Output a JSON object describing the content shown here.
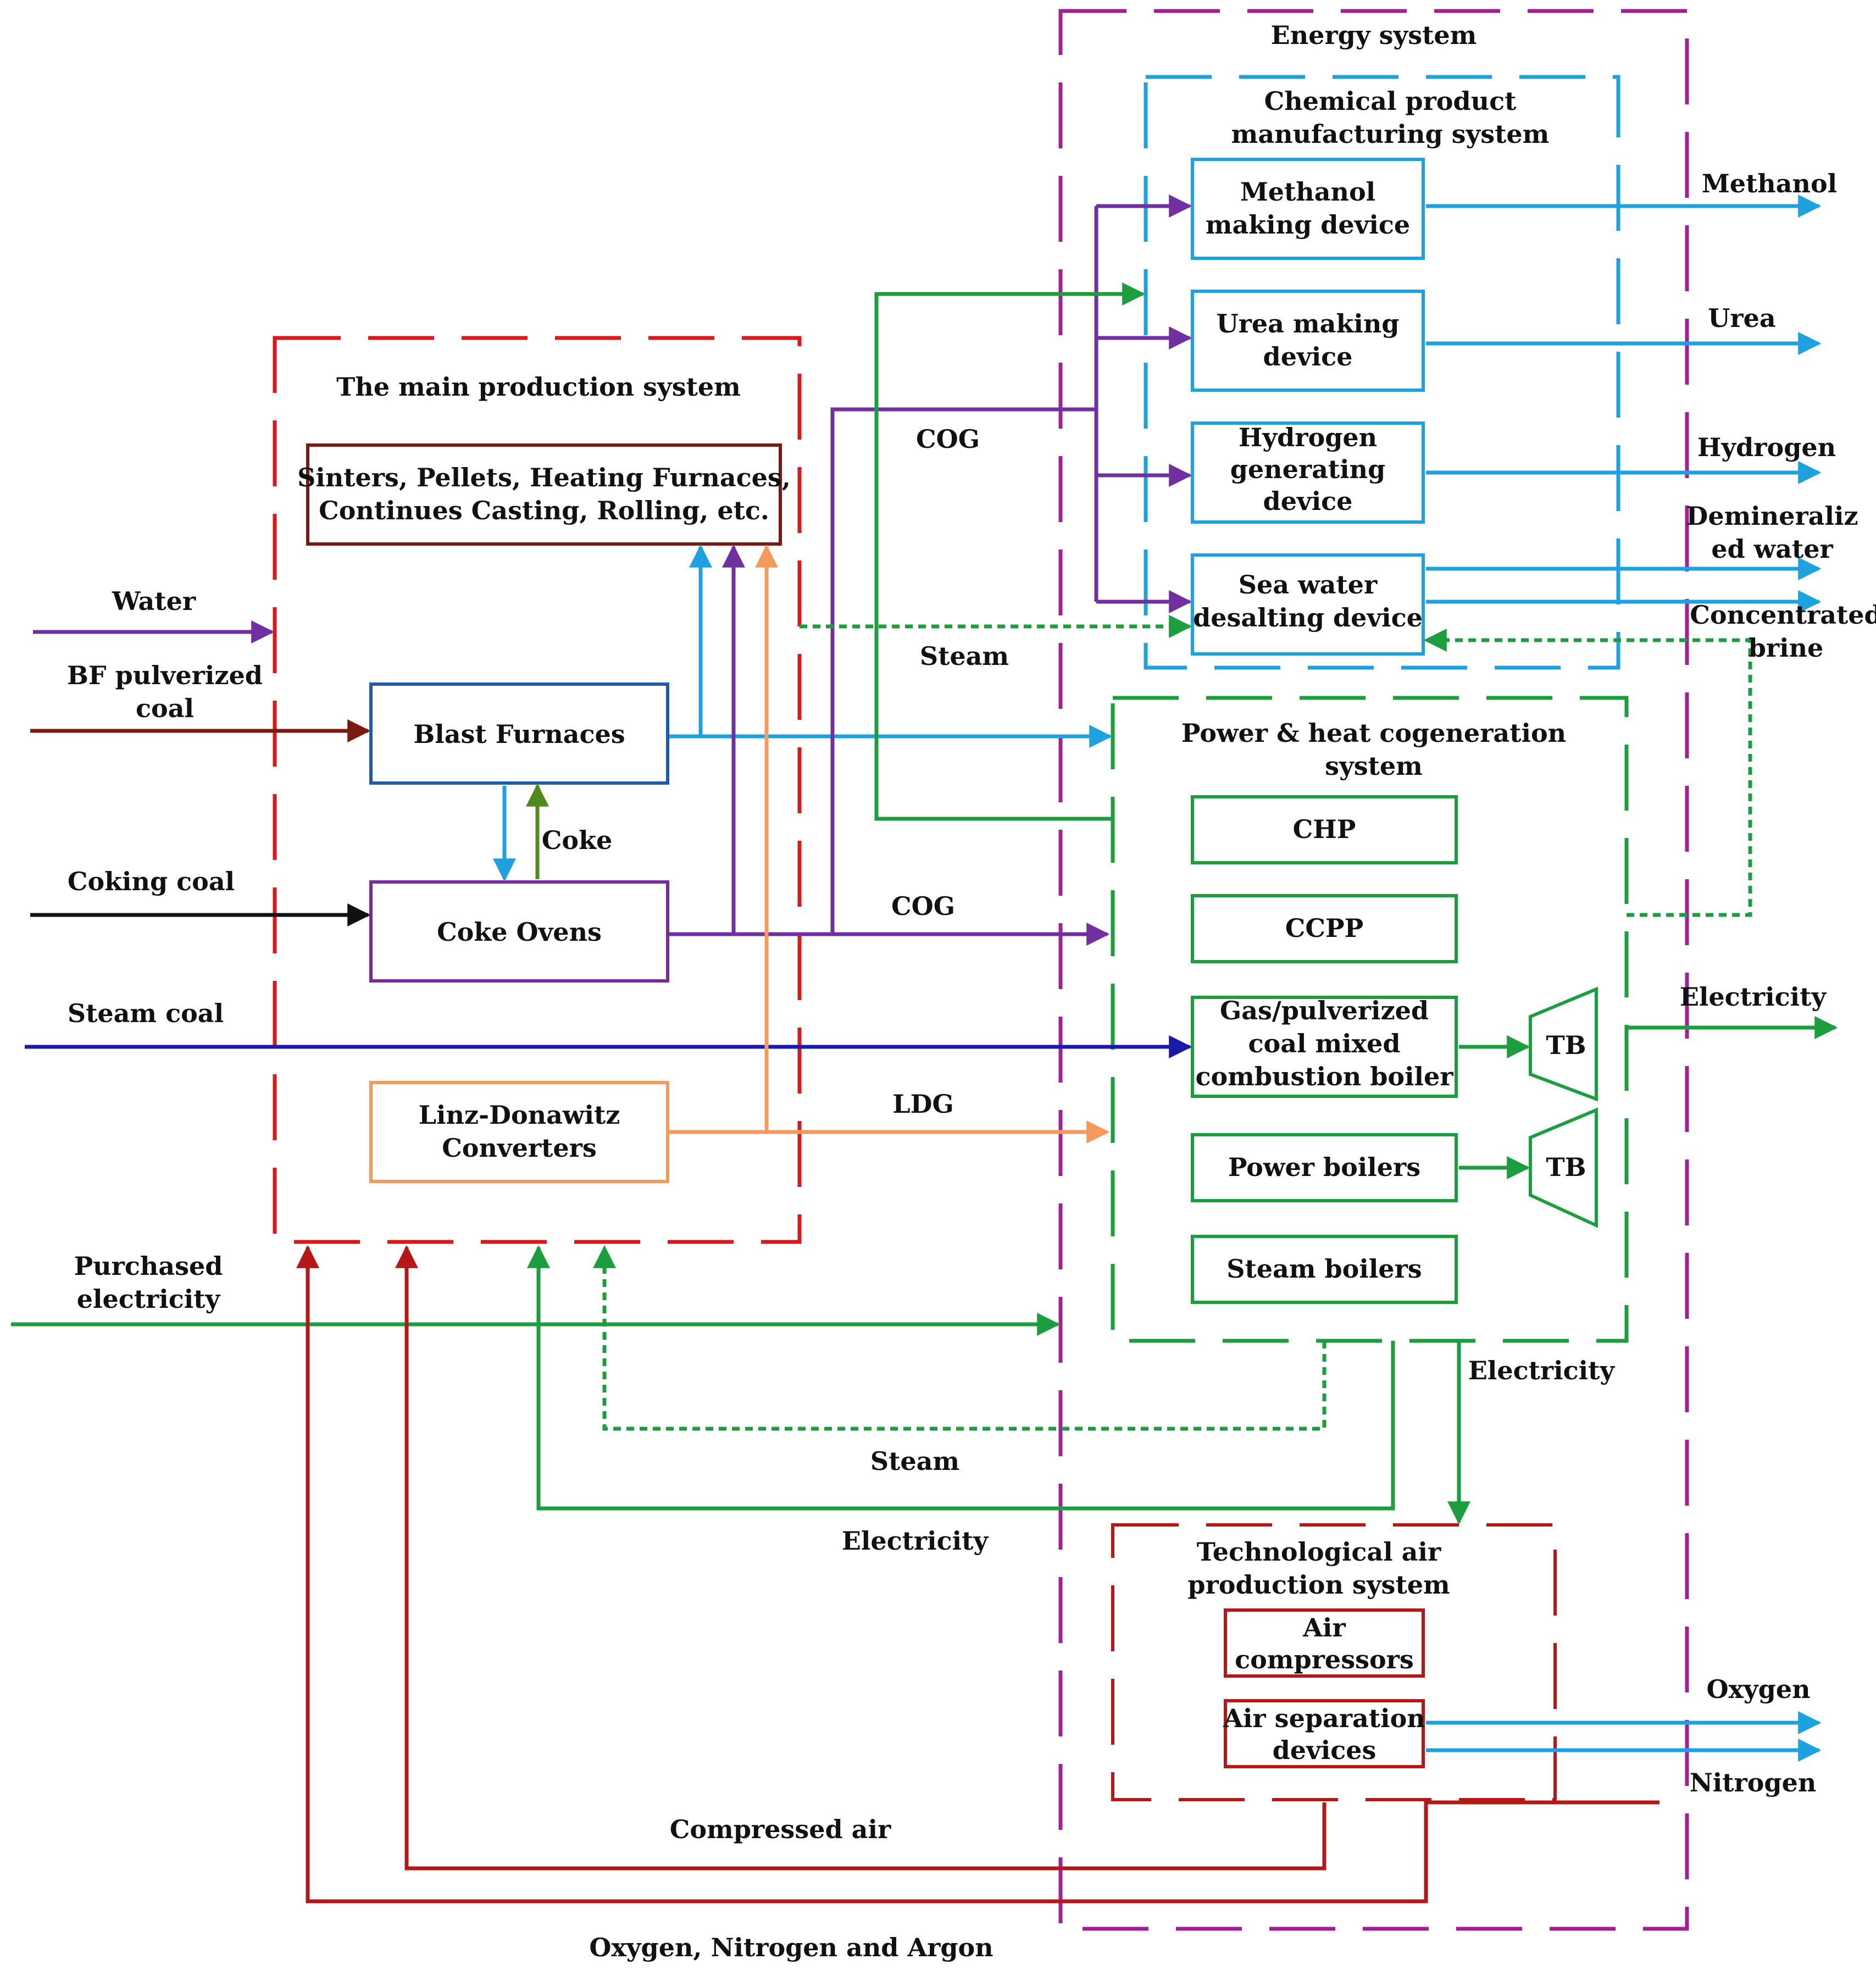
{
  "colors": {
    "purple": "#7030A0",
    "magenta": "#A0209A",
    "blue": "#1EA2DF",
    "green": "#1C9E3E",
    "red": "#D91A1A",
    "darkred": "#B51818",
    "brown": "#7A1A12",
    "orange": "#F49A5C",
    "navy": "#1A1AA8",
    "darkblue": "#1F5CA8",
    "violet": "#7A2A9A",
    "olive": "#4E8A1C",
    "black": "#111111"
  },
  "groups": {
    "energy_system": "Energy system",
    "chemical": "Chemical product\nmanufacturing system",
    "main_production": "The main production system",
    "power_heat": "Power & heat cogeneration\nsystem",
    "tech_air": "Technological air\nproduction system"
  },
  "boxes": {
    "sinters": "Sinters, Pellets, Heating Furnaces,\nContinues Casting, Rolling,  etc.",
    "blast_furnaces": "Blast Furnaces",
    "coke_ovens": "Coke Ovens",
    "ld_converters": "Linz-Donawitz\nConverters",
    "methanol_device": "Methanol\nmaking device",
    "urea_device": "Urea making\ndevice",
    "hydrogen_device": "Hydrogen\ngenerating\ndevice",
    "desalting_device": "Sea water\ndesalting device",
    "chp": "CHP",
    "ccpp": "CCPP",
    "mixed_boiler": "Gas/pulverized\ncoal  mixed\ncombustion boiler",
    "power_boilers": "Power boilers",
    "steam_boilers": "Steam boilers",
    "tb1": "TB",
    "tb2": "TB",
    "air_compressors": "Air\ncompressors",
    "air_separation": "Air separation\ndevices"
  },
  "inputs": {
    "water": "Water",
    "bf_coal": "BF pulverized\ncoal",
    "coking_coal": "Coking coal",
    "steam_coal": "Steam coal",
    "purchased_electricity": "Purchased\nelectricity"
  },
  "outputs": {
    "methanol": "Methanol",
    "urea": "Urea",
    "hydrogen": "Hydrogen",
    "demineralized_water": "Demineraliz\ned water",
    "concentrated_brine": "Concentrated\nbrine",
    "electricity": "Electricity",
    "oxygen": "Oxygen",
    "nitrogen": "Nitrogen"
  },
  "flows": {
    "cog_top": "COG",
    "cog_mid": "COG",
    "ldg": "LDG",
    "steam_top": "Steam",
    "coke": "Coke",
    "electricity_down": "Electricity",
    "steam_bottom": "Steam",
    "electricity_bottom": "Electricity",
    "compressed_air": "Compressed air",
    "oxygen_nitrogen_argon": "Oxygen, Nitrogen and Argon"
  }
}
